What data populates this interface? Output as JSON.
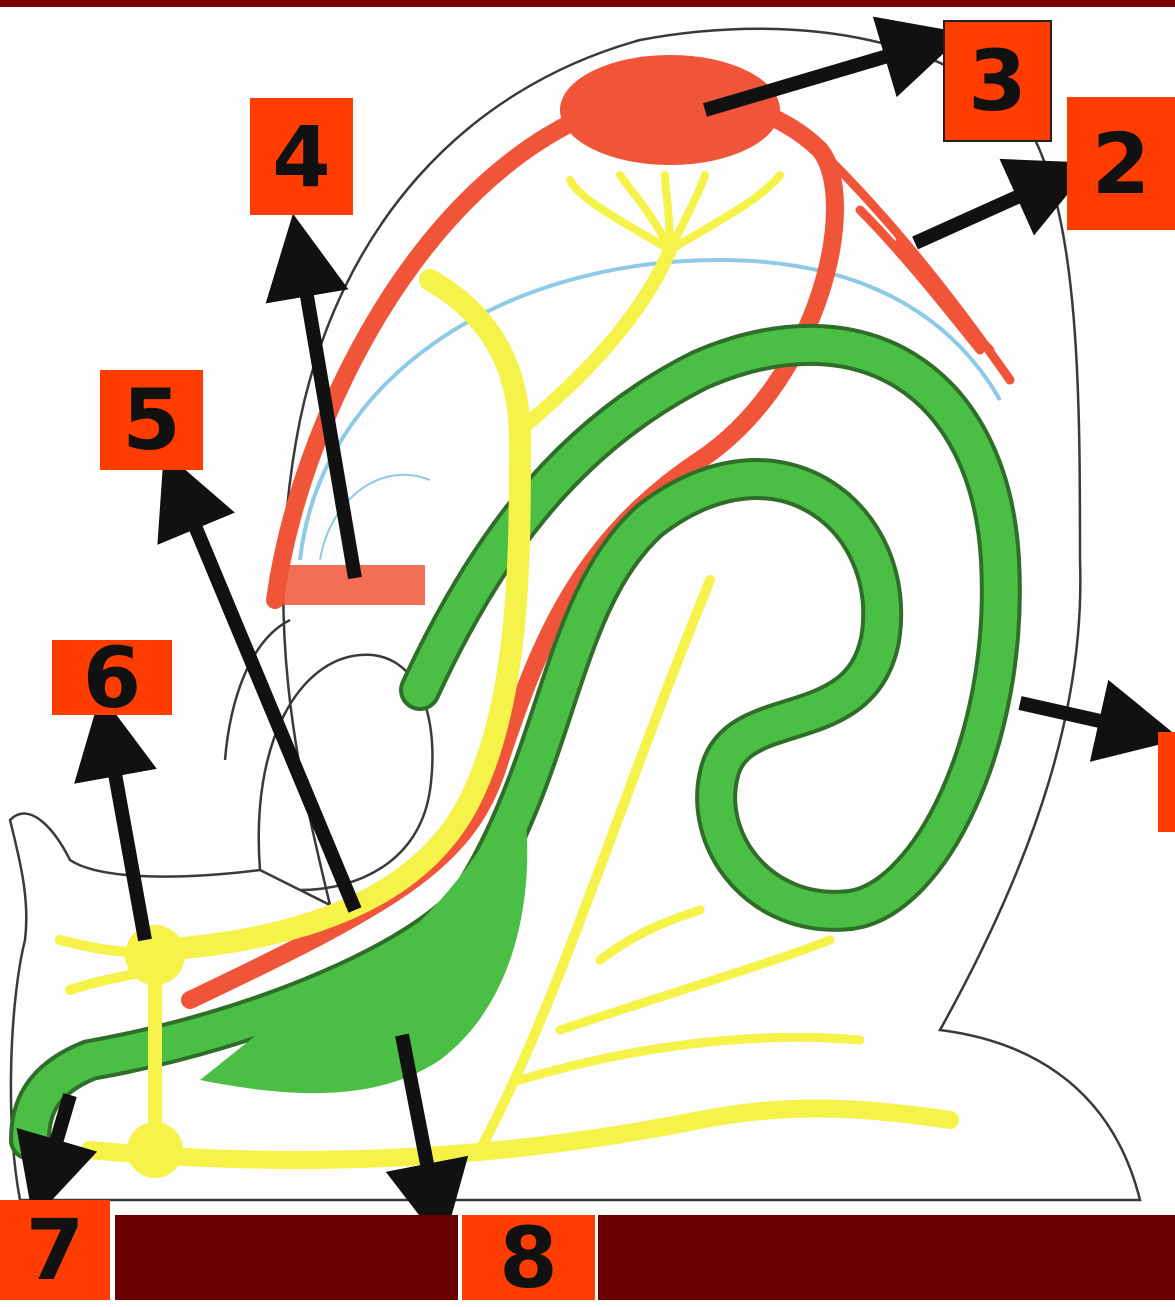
{
  "labels": {
    "l1": "",
    "l2": "2",
    "l3": "3",
    "l4": "4",
    "l5": "5",
    "l6": "6",
    "l7": "7",
    "l8": "8"
  },
  "colors": {
    "label_bg": "#ff3d00",
    "arrow": "#111111",
    "band": "#6b0000",
    "outline": "#222222",
    "red_vessel": "#f0553a",
    "yellow_nerve": "#f5f24a",
    "green_tract": "#4bbf45",
    "blue_line": "#8ecae6"
  }
}
